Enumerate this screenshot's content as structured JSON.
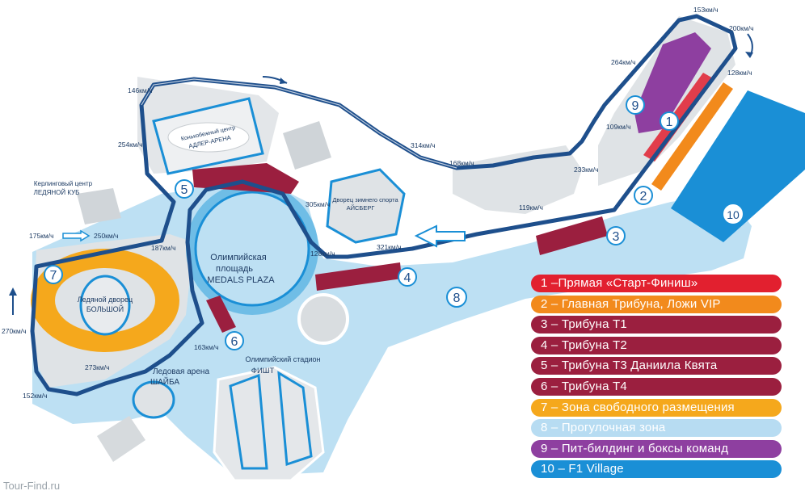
{
  "colors": {
    "track": "#1e4f8c",
    "zone": "#bde0f3",
    "zone_edge": "#6fbde6",
    "grey": "#d6dadd",
    "stand": "#9b1f3f",
    "main_stand": "#f28a1c",
    "free_zone": "#f5a81c",
    "pit": "#8e3fa0",
    "village": "#1a8fd6",
    "start_finish": "#e2202f"
  },
  "speeds": [
    "153км/ч",
    "200км/ч",
    "264км/ч",
    "128км/ч",
    "146км/ч",
    "314км/ч",
    "254км/ч",
    "168км/ч",
    "109км/ч",
    "233км/ч",
    "305км/ч",
    "119км/ч",
    "175км/ч",
    "250км/ч",
    "187км/ч",
    "128км/ч",
    "321км/ч",
    "270км/ч",
    "163км/ч",
    "273км/ч",
    "152км/ч"
  ],
  "venues": {
    "adler_arena": [
      "Конькобежный центр",
      "АДЛЕР-АРЕНА"
    ],
    "curling": [
      "Керлинговый центр",
      "ЛЕДЯНОЙ КУБ"
    ],
    "iceberg": [
      "Дворец зимнего спорта",
      "АЙСБЕРГ"
    ],
    "medals_plaza": [
      "Олимпийская",
      "площадь",
      "MEDALS PLAZA"
    ],
    "bolshoy": [
      "Ледяной дворец",
      "БОЛЬШОЙ"
    ],
    "shayba": [
      "Ледовая арена",
      "ШАЙБА"
    ],
    "fisht": [
      "Олимпийский стадион",
      "ФИШТ"
    ]
  },
  "markers": [
    "1",
    "2",
    "3",
    "4",
    "5",
    "6",
    "7",
    "8",
    "9",
    "10"
  ],
  "legend": [
    {
      "text": "1 –Прямая «Старт-Финиш»",
      "color": "#e2202f"
    },
    {
      "text": "2 – Главная Трибуна, Ложи VIP",
      "color": "#f28a1c"
    },
    {
      "text": "3 – Трибуна Т1",
      "color": "#9b1f3f"
    },
    {
      "text": "4 – Трибуна Т2",
      "color": "#9b1f3f"
    },
    {
      "text": "5 – Трибуна Т3 Даниила Квята",
      "color": "#9b1f3f"
    },
    {
      "text": "6 – Трибуна Т4",
      "color": "#9b1f3f"
    },
    {
      "text": "7 – Зона свободного размещения",
      "color": "#f5a81c"
    },
    {
      "text": "8 – Прогулочная зона",
      "color": "#b7dcf2"
    },
    {
      "text": "9 – Пит-билдинг и боксы команд",
      "color": "#8e3fa0"
    },
    {
      "text": "10 – F1 Village",
      "color": "#1a8fd6"
    }
  ],
  "watermark": "Tour-Find.ru"
}
